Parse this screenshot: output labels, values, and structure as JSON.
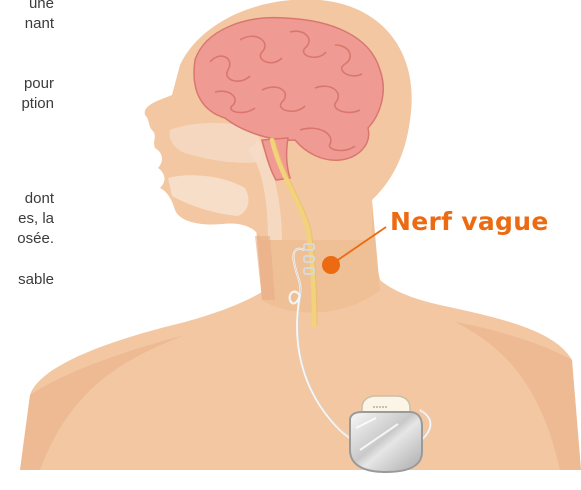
{
  "side_text": [
    {
      "lines": [
        "une",
        "nant"
      ]
    },
    {
      "lines": [
        "pour",
        "ption"
      ]
    },
    {
      "lines": [
        "dont",
        "es, la",
        "osée."
      ]
    },
    {
      "lines": [
        "sable"
      ]
    }
  ],
  "label": {
    "text": "Nerf vague"
  },
  "colors": {
    "skin": "#f3c7a1",
    "skin_shadow": "#eab58e",
    "brain": "#ef9b93",
    "nerve": "#f2d27a",
    "accent": "#ec6b12",
    "device": "#c8c8c8"
  }
}
